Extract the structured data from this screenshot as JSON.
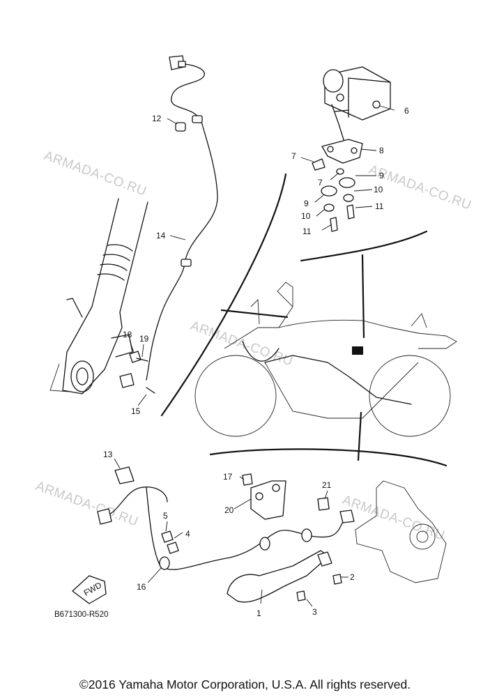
{
  "diagram_code": "B671300-R520",
  "copyright": "©2016 Yamaha Motor Corporation, U.S.A. All rights reserved.",
  "watermark": "ARMADA-CO.RU",
  "fwd_label": "FWD",
  "callouts": {
    "p1": "1",
    "p2": "2",
    "p3": "3",
    "p4": "4",
    "p5": "5",
    "p6": "6",
    "p7a": "7",
    "p7b": "7",
    "p8": "8",
    "p9a": "9",
    "p9b": "9",
    "p10a": "10",
    "p10b": "10",
    "p11a": "11",
    "p11b": "11",
    "p12": "12",
    "p13": "13",
    "p14": "14",
    "p15": "15",
    "p16": "16",
    "p17": "17",
    "p18": "18",
    "p19": "19",
    "p20": "20",
    "p21": "21"
  }
}
